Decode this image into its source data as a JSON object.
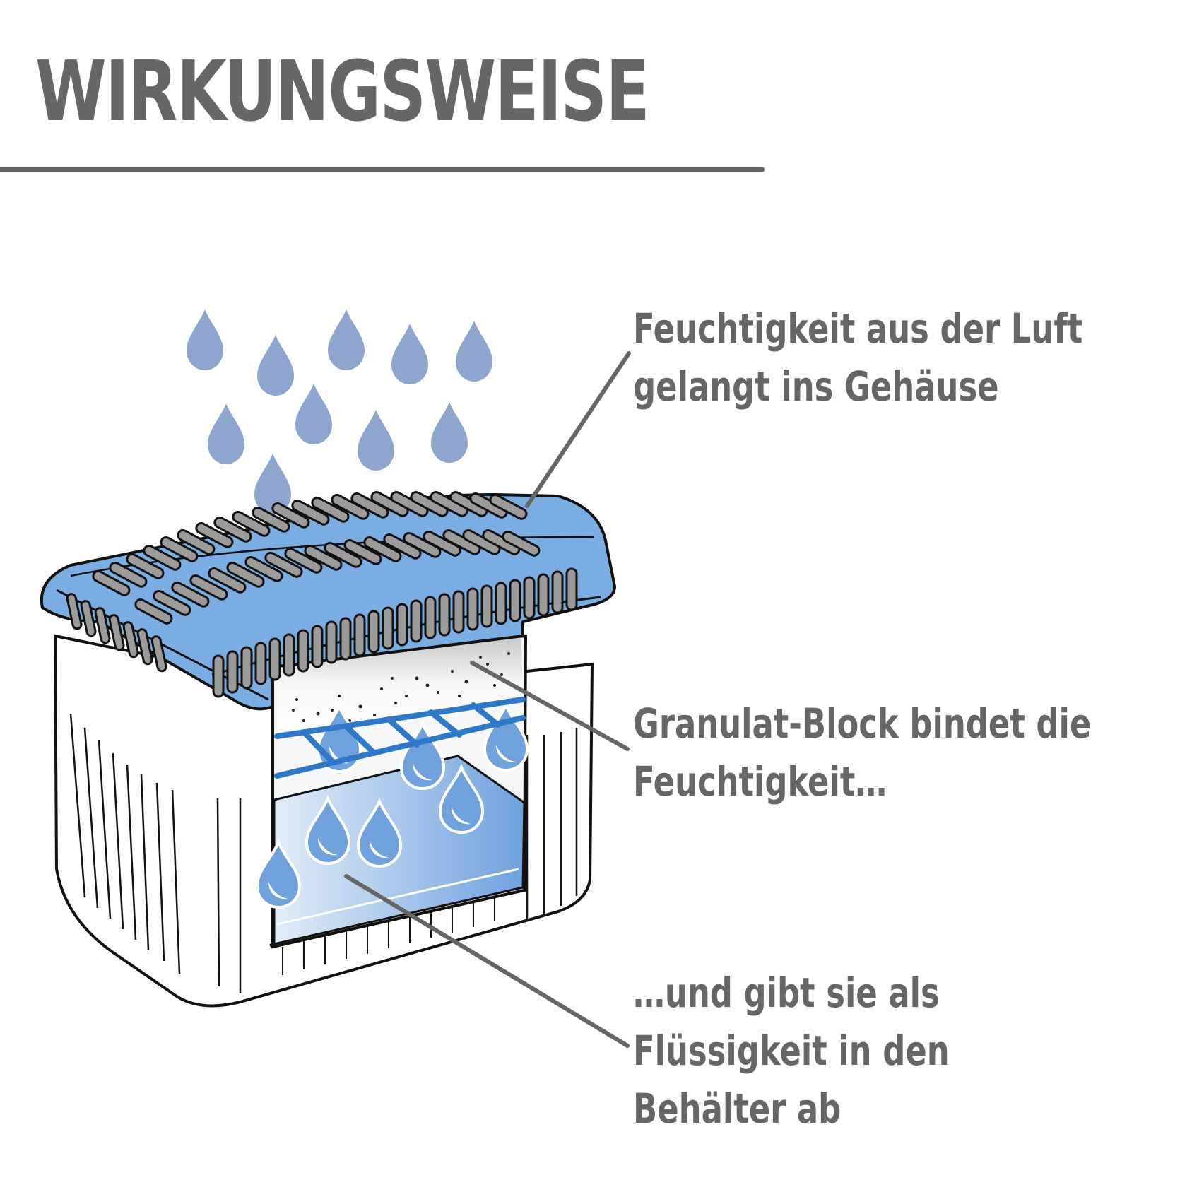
{
  "title": "WIRKUNGSWEISE",
  "labels": [
    {
      "id": "moisture-enters",
      "lines": [
        "Feuchtigkeit aus der Luft",
        "gelangt ins Gehäuse"
      ]
    },
    {
      "id": "granulate-binds",
      "lines": [
        "Granulat-Block bindet die",
        "Feuchtigkeit…"
      ]
    },
    {
      "id": "liquid-collects",
      "lines": [
        "…und gibt sie als",
        "Flüssigkeit in den",
        "Behälter ab"
      ]
    }
  ],
  "illustration": {
    "subject": "dehumidifier-box",
    "parts": [
      "falling-water-drops",
      "vented-lid",
      "granulate-block",
      "grid-rack",
      "liquid-reservoir",
      "ribbed-container"
    ],
    "falling_drop_count": 10
  },
  "colors": {
    "text": "#666666",
    "lid": "#7aaee3",
    "vent_slot": "#9b9b9b",
    "falling_drop": "#8ea6cf",
    "rack": "#2f78c7",
    "liquid_light": "#d4e4f7",
    "liquid_dark": "#6fa1dd",
    "outline": "#111111"
  }
}
